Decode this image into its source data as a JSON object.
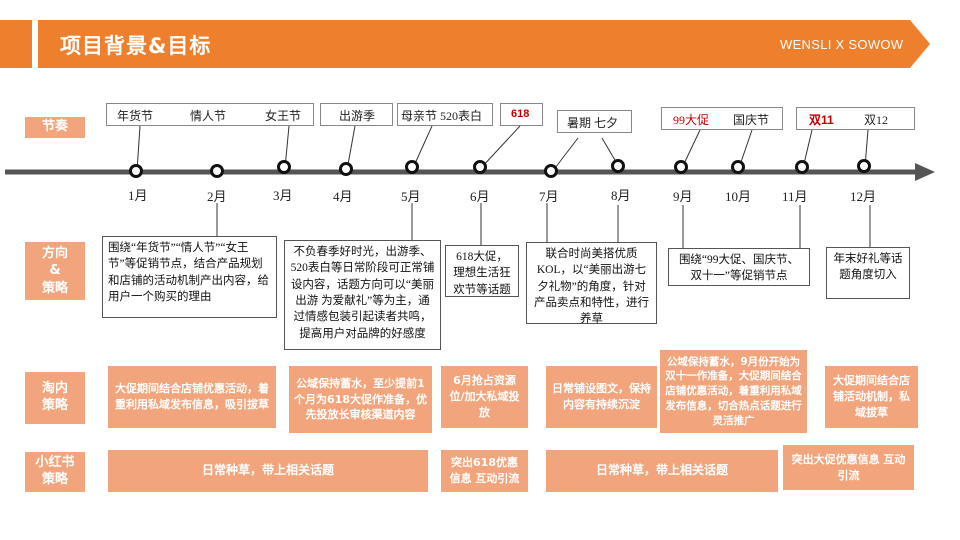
{
  "header": {
    "title": "项目背景&目标",
    "brand": "WENSLI X SOWOW"
  },
  "colors": {
    "accent": "#ee7f2d",
    "label_bg": "#f2a57c",
    "highlight_red": "#c00000"
  },
  "row_labels": {
    "rhythm": "节奏",
    "direction": "方向\n&\n策略",
    "taobao": "淘内\n策略",
    "xhs": "小红书\n策略"
  },
  "festivals": {
    "f1": "年货节",
    "f2": "情人节",
    "f3": "女王节",
    "f4": "出游季",
    "f5": "母亲节 520表白",
    "f6": "618",
    "f7": "暑期  七夕",
    "f8": "99大促",
    "f9": "国庆节",
    "f10": "双11",
    "f11": "双12"
  },
  "months": [
    "1月",
    "2月",
    "3月",
    "4月",
    "5月",
    "6月",
    "7月",
    "8月",
    "9月",
    "10月",
    "11月",
    "12月"
  ],
  "directions": {
    "d1": "围绕“年货节”“情人节”“女王节”等促销节点，结合产品规划和店铺的活动机制产出内容，给用户一个购买的理由",
    "d2": "不负春季好时光，出游季、520表白等日常阶段可正常铺设内容，话题方向可以“美丽出游 为爱献礼”等为主，通过情感包装引起读者共鸣，提高用户对品牌的好感度",
    "d3": "618大促，理想生活狂欢节等话题",
    "d4": "联合时尚美搭优质KOL，以“美丽出游七夕礼物”的角度，针对产品卖点和特性，进行养草",
    "d5": "围绕“99大促、国庆节、双十一”等促销节点",
    "d6": "年末好礼等话题角度切入"
  },
  "taobao": {
    "t1": "大促期间结合店铺优惠活动，着重利用私域发布信息，吸引拔草",
    "t2": "公域保持蓄水，至少提前1个月为618大促作准备，优先投放长审核渠道内容",
    "t3": "6月抢占资源位/加大私域投放",
    "t4": "日常铺设图文，保持内容有持续沉淀",
    "t5": "公域保持蓄水，9月份开始为双十一作准备，大促期间结合店铺优惠活动，着重利用私域发布信息，切合热点话题进行灵活推广",
    "t6": "大促期间结合店铺活动机制，私域拔草"
  },
  "xhs": {
    "x1": "日常种草，带上相关话题",
    "x2": "突出618优惠信息 互动引流",
    "x3": "日常种草，带上相关话题",
    "x4": "突出大促优惠信息 互动引流"
  }
}
